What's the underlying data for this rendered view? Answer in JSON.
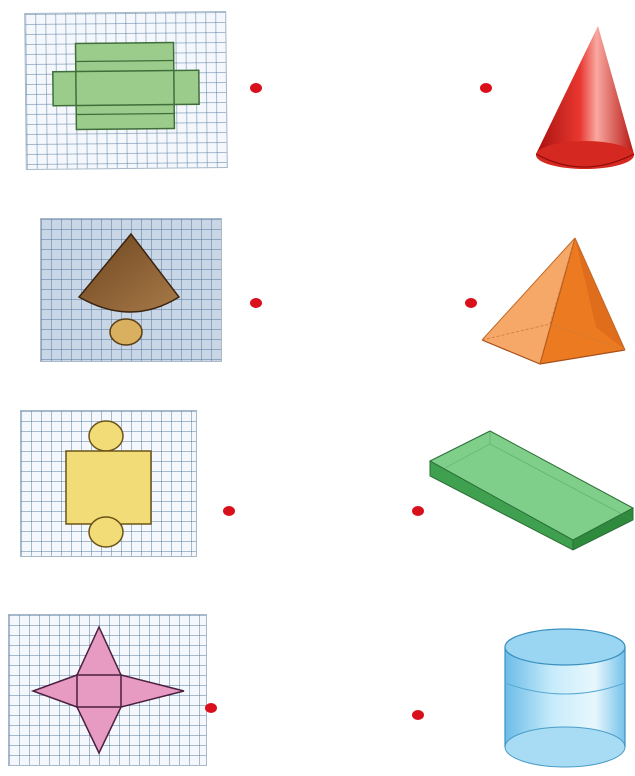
{
  "colors": {
    "dot": "#d9101c",
    "grid_line": "#6e96bc",
    "cuboid_net": "#9ccc8c",
    "cone_net": "#8a5a2a",
    "cone_net_base": "#d8b060",
    "cylinder_net": "#f2dc78",
    "pyramid_net": "#e79ac2",
    "cone_solid": "#d4201c",
    "pyramid_solid": "#f08a3c",
    "box_solid": "#4fb25a",
    "cylinder_solid": "#8fcff0"
  },
  "nets": [
    {
      "shape": "cuboid-net"
    },
    {
      "shape": "cone-net"
    },
    {
      "shape": "cylinder-net"
    },
    {
      "shape": "square-pyramid-net"
    }
  ],
  "solids": [
    {
      "shape": "cone"
    },
    {
      "shape": "square-pyramid"
    },
    {
      "shape": "rectangular-prism"
    },
    {
      "shape": "cylinder"
    }
  ]
}
